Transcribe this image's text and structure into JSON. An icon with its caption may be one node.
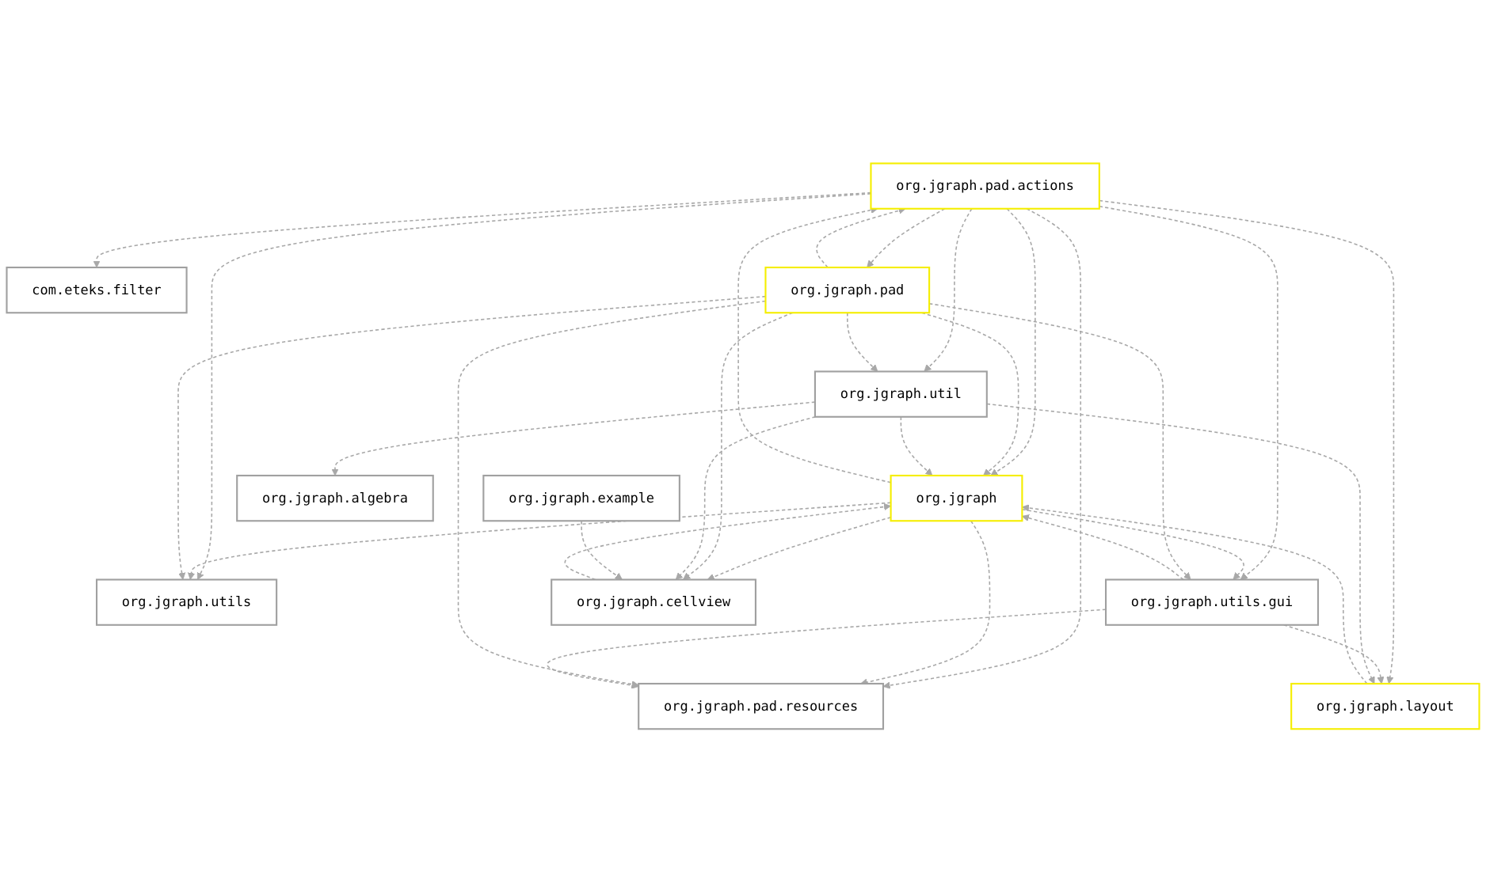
{
  "diagram": {
    "nodes": [
      {
        "text": [
          "org.jgraph.pad.actions"
        ]
      },
      {
        "text": [
          "com.eteks.filter"
        ]
      },
      {
        "text": [
          "org.jgraph"
        ]
      },
      {
        "text": [
          "org.jgraph.pad"
        ]
      },
      {
        "text": [
          "org.jgraph.utils"
        ]
      },
      {
        "text": [
          "org.jgraph.utils.gui"
        ]
      },
      {
        "text": [
          "org.jgraph.util"
        ]
      },
      {
        "text": [
          "org.jgraph.example"
        ]
      },
      {
        "text": [
          "org.jgraph.pad.resources"
        ]
      },
      {
        "text": [
          "org.jgraph.layout"
        ]
      },
      {
        "text": [
          "org.jgraph.cellview"
        ]
      },
      {
        "text": [
          "org.jgraph.algebra"
        ]
      }
    ],
    "edges": [
      {
        "from": 0,
        "to": 1,
        "arrow": "to",
        "style": "dashed"
      },
      {
        "from": 0,
        "to": 2,
        "arrow": "to",
        "style": "dashed"
      },
      {
        "from": 2,
        "to": 0,
        "arrow": "to",
        "style": "dashed"
      },
      {
        "from": 0,
        "to": 3,
        "arrow": "to",
        "style": "dashed"
      },
      {
        "from": 3,
        "to": 0,
        "arrow": "to",
        "style": "dashed"
      },
      {
        "from": 0,
        "to": 6,
        "arrow": "to",
        "style": "dashed"
      },
      {
        "from": 0,
        "to": 4,
        "arrow": "to",
        "style": "dashed"
      },
      {
        "from": 0,
        "to": 5,
        "arrow": "to",
        "style": "dashed"
      },
      {
        "from": 0,
        "to": 8,
        "arrow": "to",
        "style": "dashed"
      },
      {
        "from": 0,
        "to": 9,
        "arrow": "to",
        "style": "dashed"
      },
      {
        "from": 3,
        "to": 2,
        "arrow": "to",
        "style": "dashed"
      },
      {
        "from": 2,
        "to": 4,
        "arrow": "to",
        "style": "dashed"
      },
      {
        "from": 3,
        "to": 4,
        "arrow": "to",
        "style": "dashed"
      },
      {
        "from": 2,
        "to": 8,
        "arrow": "to",
        "style": "dashed"
      },
      {
        "from": 2,
        "to": 5,
        "arrow": "to",
        "style": "dashed"
      },
      {
        "from": 5,
        "to": 2,
        "arrow": "to",
        "style": "dashed"
      },
      {
        "from": 3,
        "to": 5,
        "arrow": "to",
        "style": "dashed"
      },
      {
        "from": 3,
        "to": 8,
        "arrow": "to",
        "style": "dashed"
      },
      {
        "from": 9,
        "to": 2,
        "arrow": "to",
        "style": "dashed"
      },
      {
        "from": 2,
        "to": 10,
        "arrow": "to",
        "style": "dashed"
      },
      {
        "from": 10,
        "to": 2,
        "arrow": "to",
        "style": "dashed"
      },
      {
        "from": 3,
        "to": 10,
        "arrow": "to",
        "style": "dashed"
      },
      {
        "from": 3,
        "to": 6,
        "arrow": "to",
        "style": "dashed"
      },
      {
        "from": 6,
        "to": 2,
        "arrow": "to",
        "style": "dashed"
      },
      {
        "from": 5,
        "to": 8,
        "arrow": "to",
        "style": "dashed"
      },
      {
        "from": 5,
        "to": 9,
        "arrow": "to",
        "style": "dashed"
      },
      {
        "from": 6,
        "to": 9,
        "arrow": "to",
        "style": "dashed"
      },
      {
        "from": 6,
        "to": 10,
        "arrow": "to",
        "style": "dashed"
      },
      {
        "from": 6,
        "to": 11,
        "arrow": "to",
        "style": "dashed"
      },
      {
        "from": 7,
        "to": 10,
        "arrow": "to",
        "style": "dashed"
      }
    ]
  }
}
